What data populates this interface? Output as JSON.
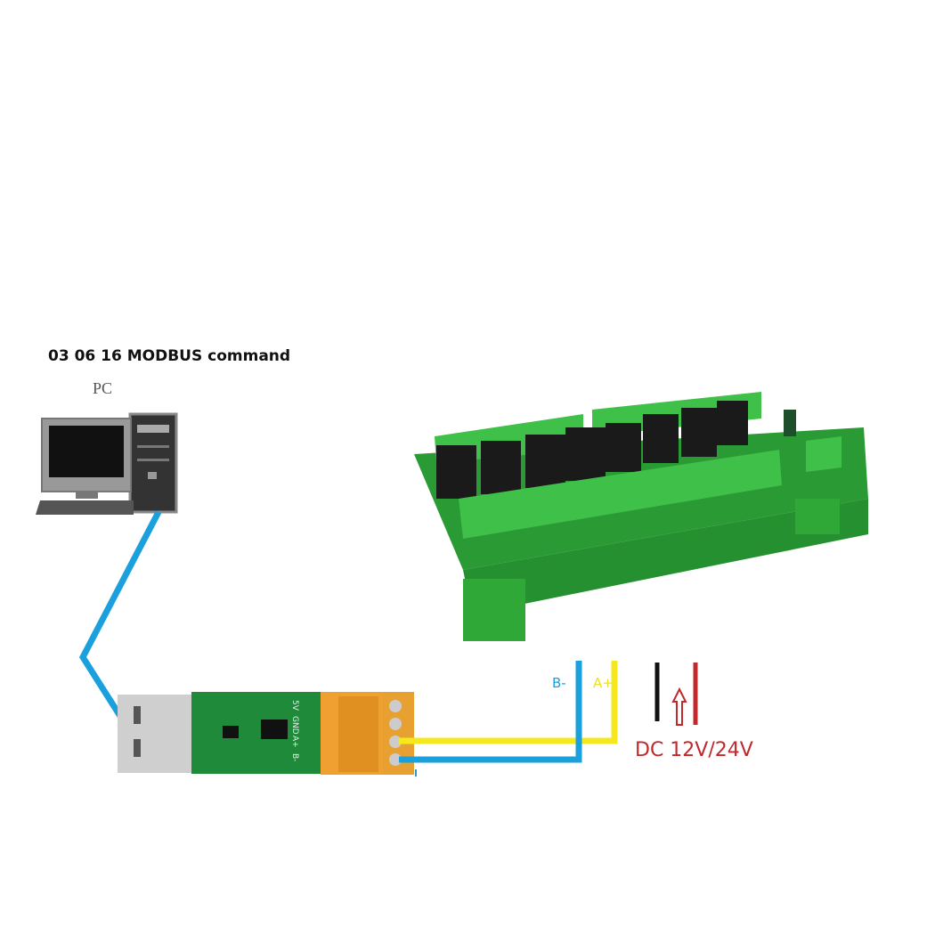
{
  "diagram": {
    "title": "03 06 16 MODBUS command",
    "pc_label": "PC",
    "wire_labels": {
      "b_minus": "B-",
      "a_plus": "A+"
    },
    "power_label": "DC 12V/24V",
    "usb_adapter_pins": [
      "5V",
      "GND",
      "A+",
      "B-"
    ],
    "colors": {
      "usb_cable": "#1aa0dc",
      "a_plus_wire": "#f5e81c",
      "b_minus_wire": "#1aa0dc",
      "power_negative": "#111111",
      "power_positive": "#c0282c",
      "relay_board": "#2fa838",
      "terminal_block": "#f0a030"
    }
  }
}
